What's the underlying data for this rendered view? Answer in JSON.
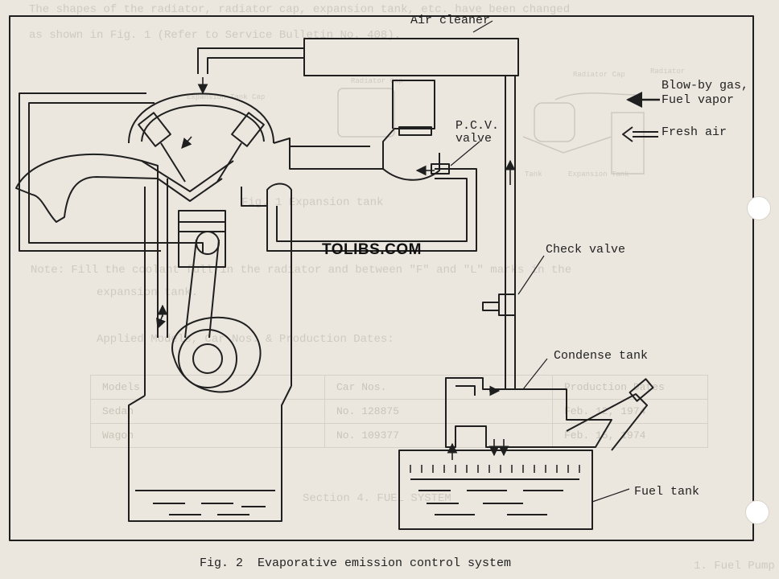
{
  "figure": {
    "caption": "Fig. 2  Evaporative emission control system",
    "watermark": "TOLIBS.COM",
    "labels": {
      "air_cleaner": "Air cleaner",
      "pcv_line1": "P.C.V.",
      "pcv_line2": "valve",
      "check_valve": "Check valve",
      "condense_tank": "Condense tank",
      "fuel_tank": "Fuel tank",
      "blowby_line1": "Blow-by gas,",
      "blowby_line2": "Fuel vapor",
      "fresh_air": "Fresh air"
    }
  },
  "bleed_text": {
    "l1": "The shapes of the radiator, radiator cap, expansion tank, etc. have been changed",
    "l2": "as shown in Fig. 1 (Refer to Service Bulletin No. 408).",
    "fig1": "Fig. 1  Expansion tank",
    "note1": "Note:  Fill the coolant full in the radiator and between \"F\" and \"L\" marks in the",
    "note2": "expansion tank.",
    "applied": "Applied Models, Car Nos. & Production Dates:",
    "section": "Section 4.  FUEL SYSTEM",
    "fuel_pump": "1. Fuel Pump",
    "exp_tank_cap": "Expansion Tank Cap",
    "radiator_cap": "Radiator Cap",
    "radiator": "Radiator",
    "expansion_tank": "Expansion Tank",
    "tank": "Tank"
  },
  "ghost_table": {
    "headers": [
      "Models",
      "Car Nos.",
      "Production Dates"
    ],
    "rows": [
      [
        "Sedan",
        "No. 128875",
        "Feb. 12, 1974"
      ],
      [
        "Wagon",
        "No. 109377",
        "Feb. 15, 1974"
      ]
    ]
  }
}
